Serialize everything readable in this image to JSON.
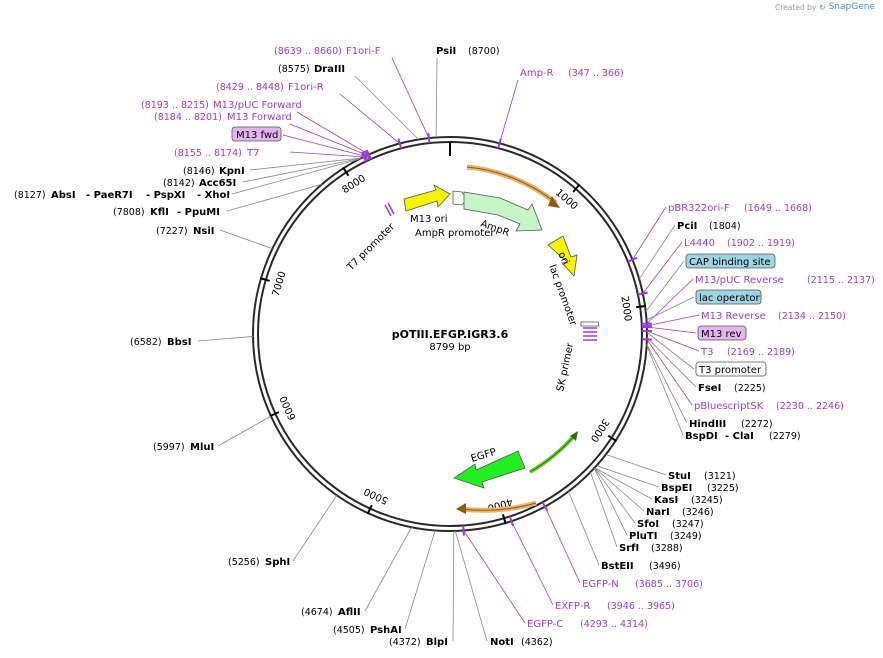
{
  "logo": {
    "created_by": "Created by",
    "brand": "SnapGene"
  },
  "plasmid": {
    "name": "pOTIII.EFGP.IGR3.6",
    "length_label": "8799 bp"
  },
  "ticks": [
    "1000",
    "2000",
    "3000",
    "4000",
    "5000",
    "6000",
    "7000",
    "8000"
  ],
  "sites": [
    {
      "name": "PsiI",
      "coord": "(8700)"
    },
    {
      "name": "DraIII",
      "coord": "(8575)"
    },
    {
      "name": "KpnI",
      "coord": "(8146)"
    },
    {
      "name": "Acc65I",
      "coord": "(8142)"
    },
    {
      "name": "AbsI",
      "coord": "(8127)",
      "extra": [
        "- PaeR7I",
        "- PspXI",
        "- XhoI"
      ]
    },
    {
      "name": "KflI",
      "coord": "(7808)",
      "extra": [
        "- PpuMI"
      ]
    },
    {
      "name": "NsiI",
      "coord": "(7227)"
    },
    {
      "name": "BbsI",
      "coord": "(6582)"
    },
    {
      "name": "MluI",
      "coord": "(5997)"
    },
    {
      "name": "SphI",
      "coord": "(5256)"
    },
    {
      "name": "AflII",
      "coord": "(4674)"
    },
    {
      "name": "PshAI",
      "coord": "(4505)"
    },
    {
      "name": "BlpI",
      "coord": "(4372)"
    },
    {
      "name": "NotI",
      "coord": "(4362)"
    },
    {
      "name": "PciI",
      "coord": "(1804)"
    },
    {
      "name": "FseI",
      "coord": "(2225)"
    },
    {
      "name": "HindIII",
      "coord": "(2272)"
    },
    {
      "name": "BspDI",
      "coord": "(2279)",
      "extra": [
        "- ClaI"
      ]
    },
    {
      "name": "StuI",
      "coord": "(3121)"
    },
    {
      "name": "BspEI",
      "coord": "(3225)"
    },
    {
      "name": "KasI",
      "coord": "(3245)"
    },
    {
      "name": "NarI",
      "coord": "(3246)"
    },
    {
      "name": "SfoI",
      "coord": "(3247)"
    },
    {
      "name": "PluTI",
      "coord": "(3249)"
    },
    {
      "name": "SrfI",
      "coord": "(3288)"
    },
    {
      "name": "BstEII",
      "coord": "(3496)"
    }
  ],
  "primers": [
    {
      "name": "F1ori-F",
      "coord": "(8639 .. 8660)"
    },
    {
      "name": "F1ori-R",
      "coord": "(8429 .. 8448)"
    },
    {
      "name": "M13/pUC Forward",
      "coord": "(8193 .. 8215)"
    },
    {
      "name": "M13 Forward",
      "coord": "(8184 .. 8201)"
    },
    {
      "name": "T7",
      "coord": "(8155 .. 8174)"
    },
    {
      "name": "Amp-R",
      "coord": "(347 .. 366)"
    },
    {
      "name": "pBR322ori-F",
      "coord": "(1649 .. 1668)"
    },
    {
      "name": "L4440",
      "coord": "(1902 .. 1919)"
    },
    {
      "name": "M13/pUC Reverse",
      "coord": "(2115 .. 2137)"
    },
    {
      "name": "M13 Reverse",
      "coord": "(2134 .. 2150)"
    },
    {
      "name": "T3",
      "coord": "(2169 .. 2189)"
    },
    {
      "name": "pBluescriptSK",
      "coord": "(2230 .. 2246)"
    },
    {
      "name": "EGFP-N",
      "coord": "(3685 .. 3706)"
    },
    {
      "name": "EXFP-R",
      "coord": "(3946 .. 3965)"
    },
    {
      "name": "EGFP-C",
      "coord": "(4293 .. 4314)"
    }
  ],
  "boxed_features": [
    {
      "name": "M13 fwd",
      "color": "#e3b3f2"
    },
    {
      "name": "CAP binding site",
      "color": "#9fd4e2"
    },
    {
      "name": "lac operator",
      "color": "#9fd4e2"
    },
    {
      "name": "M13 rev",
      "color": "#e3b3f2"
    },
    {
      "name": "T3 promoter",
      "color": "#ffffff"
    }
  ],
  "map_features": [
    {
      "name": "M13 ori",
      "color": "#f5f500"
    },
    {
      "name": "AmpR promoter",
      "color": "#ffffff"
    },
    {
      "name": "AmpR",
      "color": "#c8f5c8"
    },
    {
      "name": "ori",
      "color": "#f5f500"
    },
    {
      "name": "lac promoter",
      "color": "#ffffff"
    },
    {
      "name": "SK primer",
      "color": "#9a3fd0"
    },
    {
      "name": "T7 promoter",
      "color": "#ffffff"
    },
    {
      "name": "EGFP",
      "color": "#22ee22"
    }
  ],
  "colors": {
    "primer": "#9a3fd0",
    "orf_arc": "#e8b36a",
    "backbone": "#2a2a2a",
    "leader_line": "#888888"
  }
}
